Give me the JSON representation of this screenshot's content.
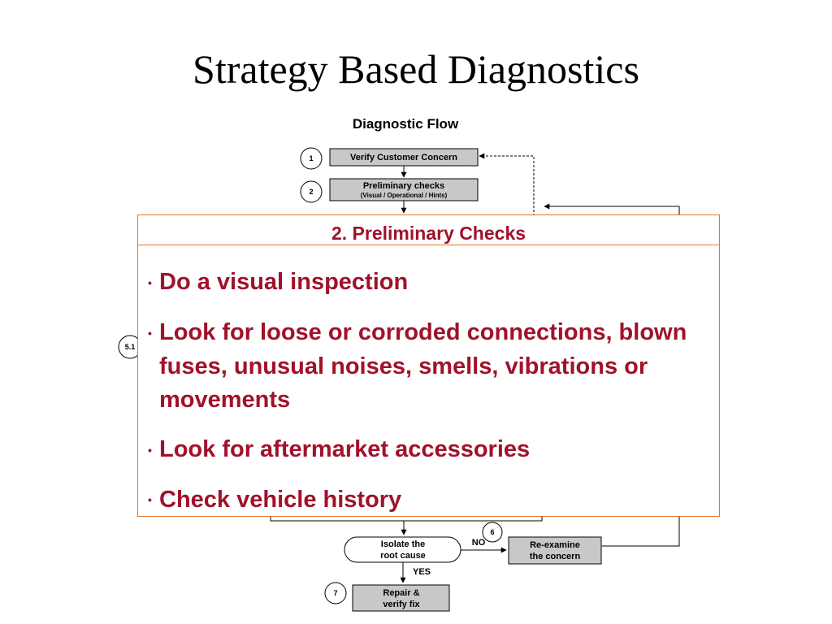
{
  "slide": {
    "title": "Strategy Based Diagnostics"
  },
  "flow": {
    "title": "Diagnostic Flow",
    "steps": [
      {
        "number": "1",
        "label": "Verify Customer Concern"
      },
      {
        "number": "2",
        "label": "Preliminary checks",
        "sublabel": "(Visual / Operational / Hints)"
      },
      {
        "number": "5.1"
      },
      {
        "number": "6",
        "label_lines": [
          "Re-examine",
          "the concern"
        ]
      },
      {
        "number": "7",
        "label_lines": [
          "Repair &",
          "verify fix"
        ]
      }
    ],
    "decision": {
      "label_lines": [
        "Isolate the",
        "root cause"
      ]
    },
    "branch_no": "NO",
    "branch_yes": "YES"
  },
  "callout": {
    "title": "2. Preliminary Checks",
    "bullet_symbol": "•",
    "items": [
      "Do a visual inspection",
      "Look for loose or corroded connections, blown fuses, unusual noises, smells, vibrations or movements",
      "Look for aftermarket accessories",
      "Check vehicle history"
    ]
  },
  "colors": {
    "callout_text": "#a0122b",
    "callout_border": "#e8742c",
    "box_fill": "#c8c8c8"
  }
}
